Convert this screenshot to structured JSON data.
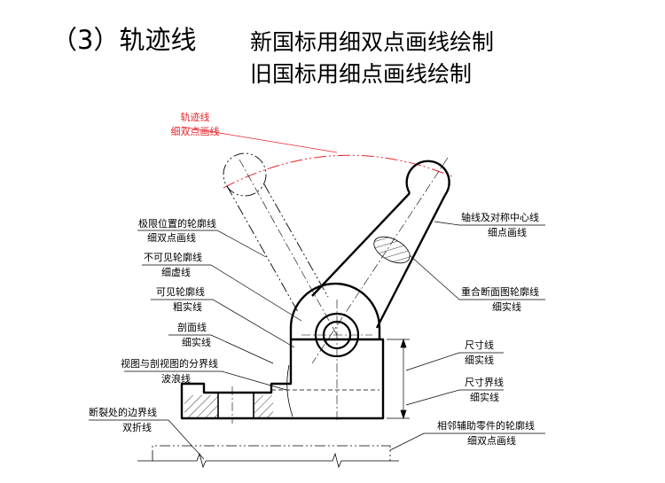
{
  "slide": {
    "title": "（3）轨迹线",
    "subtitle_line1": "新国标用细双点画线绘制",
    "subtitle_line2": "旧国标用细点画线绘制"
  },
  "labels": {
    "trajectory_1": "轨迹线",
    "trajectory_2": "细双点画线",
    "extreme_pos_1": "极限位置的轮廓线",
    "extreme_pos_2": "细双点画线",
    "hidden_1": "不可见轮廓线",
    "hidden_2": "细虚线",
    "visible_1": "可见轮廓线",
    "visible_2": "粗实线",
    "section_1": "剖面线",
    "section_2": "细实线",
    "boundary_1": "视图与剖视图的分界线",
    "boundary_2": "波浪线",
    "break_1": "断裂处的边界线",
    "break_2": "双折线",
    "axis_1": "轴线及对称中心线",
    "axis_2": "细点画线",
    "overlap_1": "重合断面图轮廓线",
    "overlap_2": "细实线",
    "dim_1": "尺寸线",
    "dim_2": "细实线",
    "ext_1": "尺寸界线",
    "ext_2": "细实线",
    "adjacent_1": "相邻辅助零件的轮廓线",
    "adjacent_2": "细双点画线"
  },
  "colors": {
    "trajectory": "#e8242b",
    "ink": "#000000"
  }
}
